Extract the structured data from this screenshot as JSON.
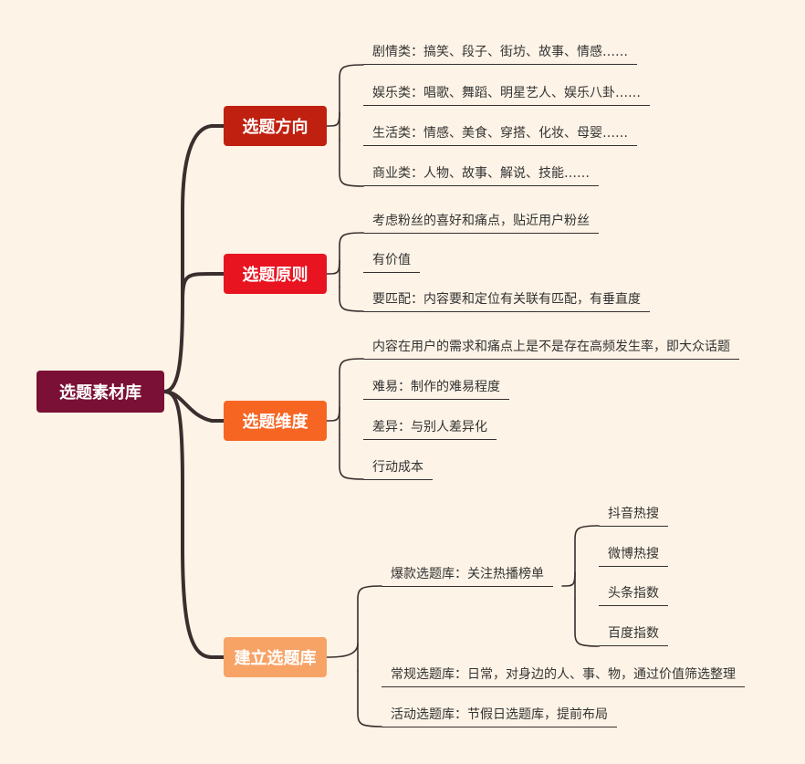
{
  "root": {
    "label": "选题素材库",
    "color": "#7a1035"
  },
  "branches": [
    {
      "label": "选题方向",
      "color": "#c0200f",
      "items": [
        "剧情类：搞笑、段子、街坊、故事、情感……",
        "娱乐类：唱歌、舞蹈、明星艺人、娱乐八卦……",
        "生活类：情感、美食、穿搭、化妆、母婴……",
        "商业类：人物、故事、解说、技能……"
      ]
    },
    {
      "label": "选题原则",
      "color": "#e81420",
      "items": [
        "考虑粉丝的喜好和痛点，贴近用户粉丝",
        "有价值",
        "要匹配：内容要和定位有关联有匹配，有垂直度"
      ]
    },
    {
      "label": "选题维度",
      "color": "#f76523",
      "items": [
        "内容在用户的需求和痛点上是不是存在高频发生率，即大众话题",
        "难易：制作的难易程度",
        "差异：与别人差异化",
        "行动成本"
      ]
    },
    {
      "label": "建立选题库",
      "color": "#f8a366",
      "items": [
        {
          "label": "爆款选题库：关注热播榜单",
          "children": [
            "抖音热搜",
            "微博热搜",
            "头条指数",
            "百度指数"
          ]
        },
        "常规选题库：日常，对身边的人、事、物，通过价值筛选整理",
        "活动选题库：节假日选题库，提前布局"
      ]
    }
  ],
  "line_color": "#3a2e2e"
}
